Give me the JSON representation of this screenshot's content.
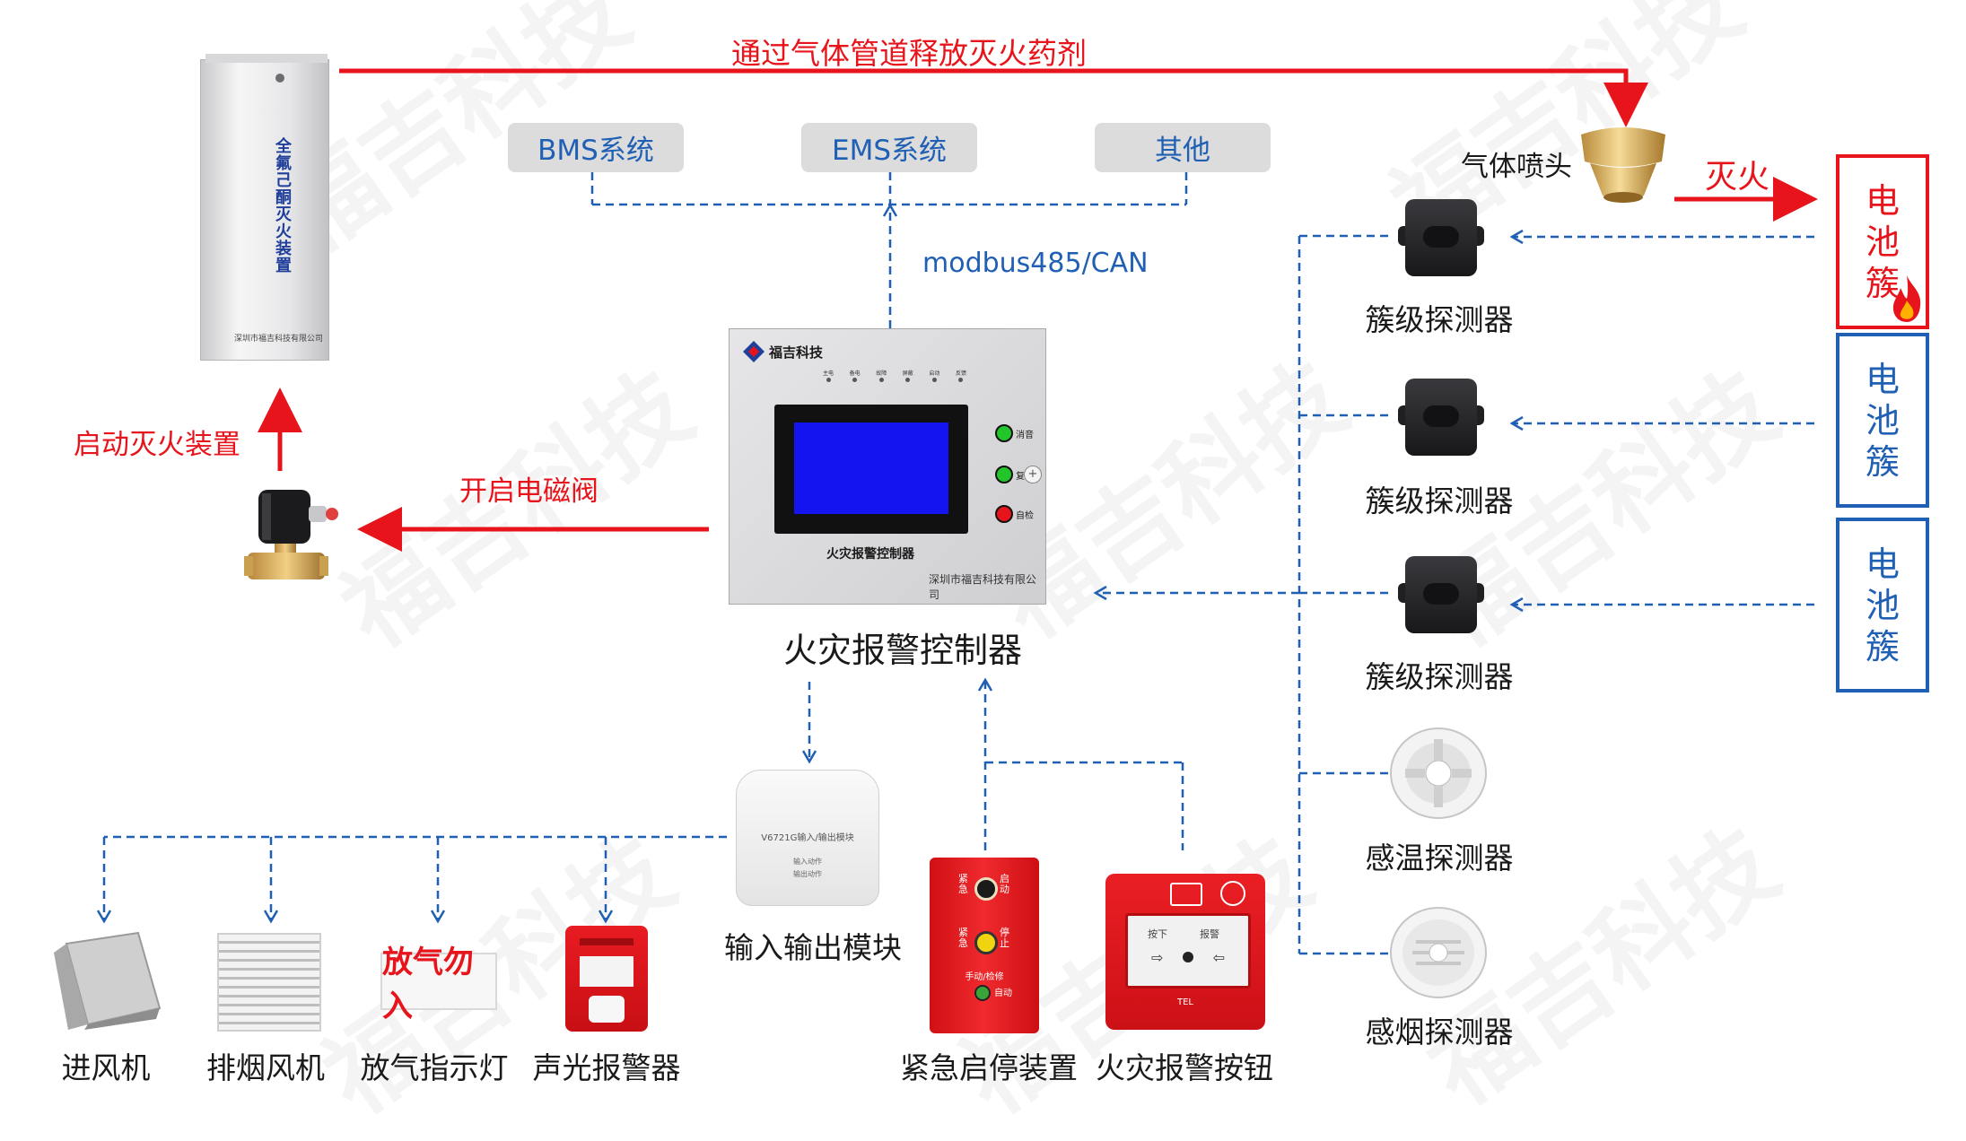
{
  "release_label": "通过气体管道释放灭火药剂",
  "systems": [
    "BMS系统",
    "EMS系统",
    "其他"
  ],
  "protocol_label": "modbus485/CAN",
  "gas_nozzle_label": "气体喷头",
  "extinguish_label": "灭火",
  "battery_packs": [
    {
      "text": [
        "电",
        "池",
        "簇"
      ],
      "color": "#e8141b"
    },
    {
      "text": [
        "电",
        "池",
        "簇"
      ],
      "color": "#1f5fb4"
    },
    {
      "text": [
        "电",
        "池",
        "簇"
      ],
      "color": "#1f5fb4"
    }
  ],
  "cabinet": {
    "vertical_title": [
      "全",
      "氟",
      "己",
      "酮",
      "灭",
      "火",
      "装",
      "置"
    ],
    "company": "深圳市福吉科技有限公司"
  },
  "start_device_label": "启动灭火装置",
  "open_valve_label": "开启电磁阀",
  "controller": {
    "brand": "福吉科技",
    "status_leds": [
      "主电",
      "备电",
      "故障",
      "屏蔽",
      "启动",
      "反馈"
    ],
    "buttons": [
      "消音",
      "复位",
      "自检"
    ],
    "panel_title": "火灾报警控制器",
    "company": "深圳市福吉科技有限公司",
    "caption": "火灾报警控制器"
  },
  "detectors": [
    {
      "label": "簇级探测器"
    },
    {
      "label": "簇级探测器"
    },
    {
      "label": "簇级探测器"
    },
    {
      "label": "感温探测器"
    },
    {
      "label": "感烟探测器"
    }
  ],
  "io_module": {
    "device_text": "V6721G输入/输出模块",
    "sub_text_1": "输入动作",
    "sub_text_2": "输出动作",
    "caption": "输入输出模块"
  },
  "outputs": [
    {
      "label": "进风机"
    },
    {
      "label": "排烟风机"
    },
    {
      "label": "放气指示灯",
      "sign": "放气勿入"
    },
    {
      "label": "声光报警器"
    }
  ],
  "emergency_stop": {
    "caption": "紧急启停装置",
    "top_left": "紧急",
    "top_right": "启动",
    "mid_left": "紧急",
    "mid_right": "停止",
    "mode": "手动/检修",
    "auto": "自动"
  },
  "alarm_button": {
    "caption": "火灾报警按钮",
    "press_left": "按下",
    "press_right": "报警",
    "tel": "TEL"
  },
  "watermark": "福吉科技"
}
